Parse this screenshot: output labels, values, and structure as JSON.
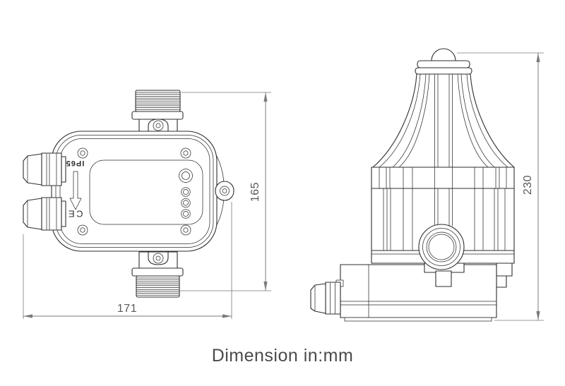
{
  "page": {
    "caption": "Dimension in:mm"
  },
  "front_view": {
    "width_dim": "171",
    "height_dim": "165",
    "markings": {
      "ip_rating": "IP65",
      "ce_mark": "CE"
    }
  },
  "side_view": {
    "height_dim": "230"
  },
  "colors": {
    "outline": "#2e2e2e",
    "dimension_line": "#7a7a7a",
    "dimension_text": "#595959",
    "caption_text": "#4a4a4a",
    "background": "#ffffff"
  }
}
